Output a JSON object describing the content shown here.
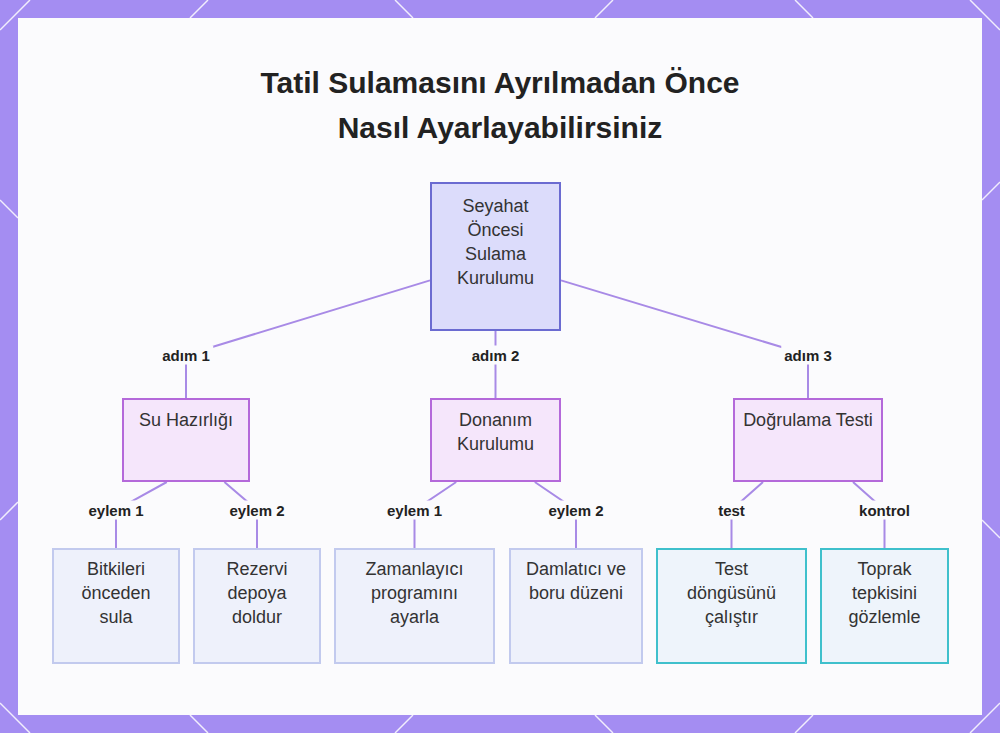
{
  "diagram": {
    "title": "Tatil Sulamasını Ayrılmadan Önce Nasıl Ayarlayabilirsiniz",
    "nodes": [
      {
        "text": [
          "Seyahat Öncesi Sulama Kurulumu"
        ]
      },
      {
        "text": [
          "Su Hazırlığı"
        ]
      },
      {
        "text": [
          "Donanım Kurulumu"
        ]
      },
      {
        "text": [
          "Doğrulama Testi"
        ]
      },
      {
        "text": [
          "Bitkileri önceden sula"
        ]
      },
      {
        "text": [
          "Rezervi depoya doldur"
        ]
      },
      {
        "text": [
          "Zamanlayıcı programını ayarla"
        ]
      },
      {
        "text": [
          "Damlatıcı ve boru düzeni"
        ]
      },
      {
        "text": [
          "Test döngüsünü çalıştır"
        ]
      },
      {
        "text": [
          "Toprak tepkisini gözlemle"
        ]
      }
    ],
    "edges": [
      {
        "from": 0,
        "to": 1,
        "label": "adım 1",
        "arrow": "none"
      },
      {
        "from": 0,
        "to": 2,
        "label": "adım 2",
        "arrow": "none"
      },
      {
        "from": 0,
        "to": 3,
        "label": "adım 3",
        "arrow": "none"
      },
      {
        "from": 1,
        "to": 4,
        "label": "eylem 1",
        "arrow": "none"
      },
      {
        "from": 1,
        "to": 5,
        "label": "eylem 2",
        "arrow": "none"
      },
      {
        "from": 2,
        "to": 6,
        "label": "eylem 1",
        "arrow": "none"
      },
      {
        "from": 2,
        "to": 7,
        "label": "eylem 2",
        "arrow": "none"
      },
      {
        "from": 3,
        "to": 8,
        "label": "test",
        "arrow": "none"
      },
      {
        "from": 3,
        "to": 9,
        "label": "kontrol",
        "arrow": "none"
      }
    ]
  }
}
